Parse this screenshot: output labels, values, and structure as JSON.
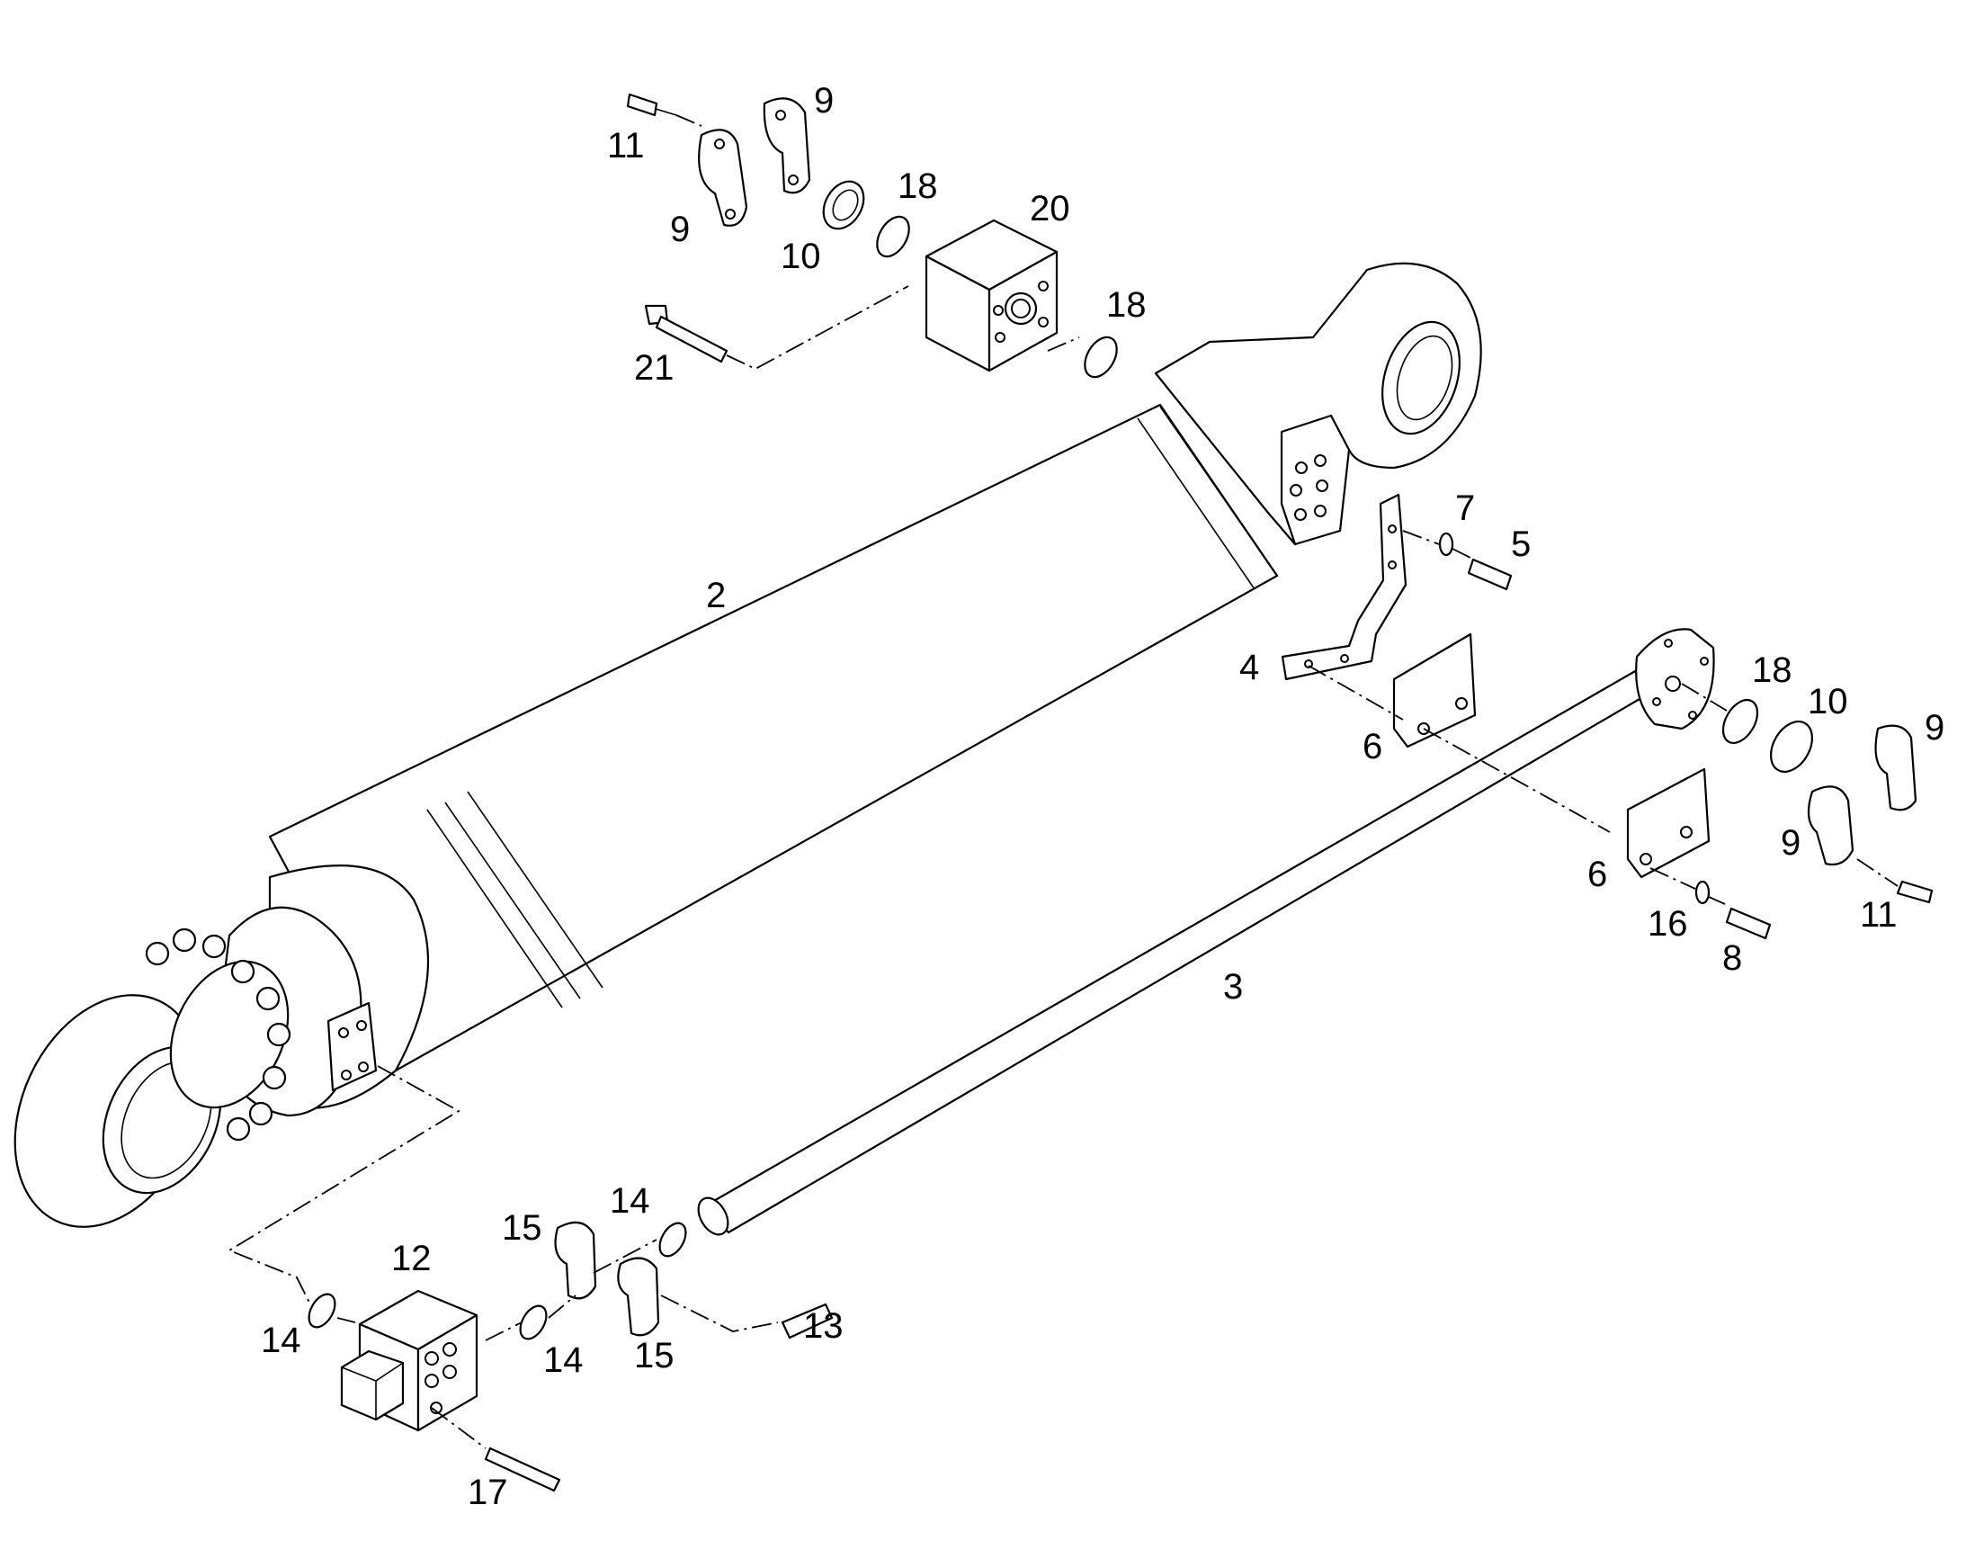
{
  "diagram": {
    "background": "#ffffff",
    "line_color": "#000000",
    "callouts": {
      "c2": "2",
      "c3": "3",
      "c4": "4",
      "c5": "5",
      "c6a": "6",
      "c6b": "6",
      "c7": "7",
      "c8": "8",
      "c9a": "9",
      "c9b": "9",
      "c9c": "9",
      "c9d": "9",
      "c10a": "10",
      "c10b": "10",
      "c11a": "11",
      "c11b": "11",
      "c12": "12",
      "c13": "13",
      "c14a": "14",
      "c14b": "14",
      "c14c": "14",
      "c15a": "15",
      "c15b": "15",
      "c16": "16",
      "c17": "17",
      "c18a": "18",
      "c18b": "18",
      "c18c": "18",
      "c20": "20",
      "c21": "21"
    }
  }
}
